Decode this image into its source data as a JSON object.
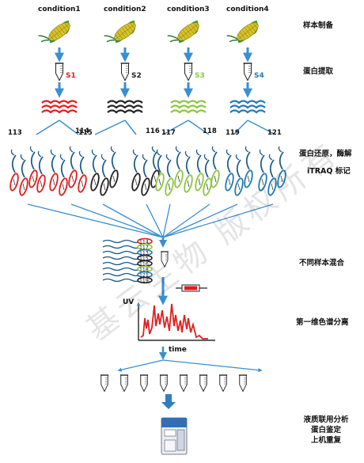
{
  "conditions": [
    "condition1",
    "condition2",
    "condition3",
    "condition4"
  ],
  "samples": [
    {
      "label": "S1",
      "color": "#e31b1b"
    },
    {
      "label": "S2",
      "color": "#222222"
    },
    {
      "label": "S3",
      "color": "#8cc63f"
    },
    {
      "label": "S4",
      "color": "#1f7bb6"
    }
  ],
  "tags": [
    "113",
    "114",
    "115",
    "116",
    "117",
    "118",
    "119",
    "121"
  ],
  "mix_tags": [
    "114",
    "117",
    "113",
    "115",
    "116",
    "118",
    "121",
    "119"
  ],
  "stages": {
    "sample_prep": "样本制备",
    "protein_extract": "蛋白提取",
    "reduce_digest": "蛋白还原，酶解",
    "itraq_label": "iTRAQ 标记",
    "mix": "不同样本混合",
    "first_dim_lc": "第一维色谱分离",
    "lcms_line1": "液质联用分析",
    "lcms_line2": "蛋白鉴定",
    "lcms_line3": "上机重复"
  },
  "axes": {
    "y": "UV",
    "x": "time"
  },
  "watermark": "基云生物 版权所有",
  "colors": {
    "arrow": "#3a8fd0",
    "corn_leaf": "#2e8b2e",
    "corn_kernel": "#d7c32a",
    "bead_red": "#e31b1b",
    "bead_black": "#222222",
    "bead_green": "#8cc63f",
    "bead_blue": "#1f7bb6",
    "trace": "#e02020"
  }
}
